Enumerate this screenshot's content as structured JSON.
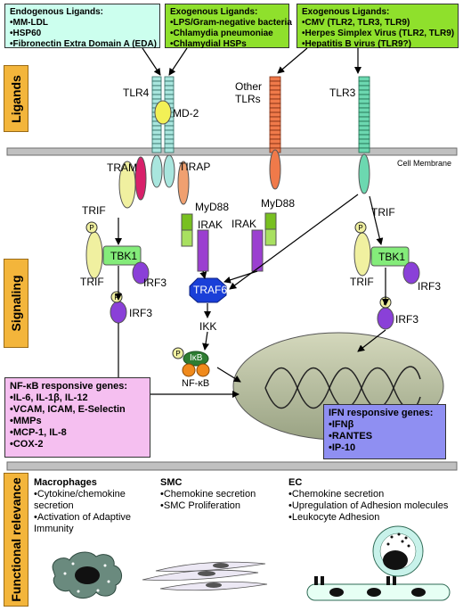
{
  "sections": {
    "ligands": "Ligands",
    "signaling": "Signaling",
    "functional": "Functional relevance"
  },
  "ligand_boxes": {
    "endogenous": {
      "title": "Endogenous Ligands:",
      "items": [
        "•MM-LDL",
        "•HSP60",
        "•Fibronectin Extra Domain A (EDA)"
      ],
      "color": "#ccffee"
    },
    "exogenous1": {
      "title": "Exogenous Ligands:",
      "items": [
        "•LPS/Gram-negative bacteria",
        "•Chlamydia pneumoniae",
        "•Chlamydial HSPs"
      ],
      "color": "#8fe02c"
    },
    "exogenous2": {
      "title": "Exogenous Ligands:",
      "items": [
        "•CMV (TLR2, TLR3, TLR9)",
        "•Herpes Simplex Virus (TLR2, TLR9)",
        "•Hepatitis B virus (TLR9?)"
      ],
      "color": "#8fe02c"
    }
  },
  "labels": {
    "tlr4": "TLR4",
    "md2": "MD-2",
    "other_tlrs_1": "Other",
    "other_tlrs_2": "TLRs",
    "tlr3": "TLR3",
    "cell_membrane": "Cell Membrane",
    "tram": "TRAM",
    "tirap": "TIRAP",
    "myd88_left": "MyD88",
    "myd88_mid": "MyD88",
    "trif_left_top": "TRIF",
    "trif_left_bottom": "TRIF",
    "trif_right_top": "TRIF",
    "trif_right_bottom": "TRIF",
    "irak_left": "IRAK",
    "irak_mid": "IRAK",
    "tbk1_left": "TBK1",
    "tbk1_right": "TBK1",
    "irf3_left_1": "IRF3",
    "irf3_left_2": "IRF3",
    "irf3_right_1": "IRF3",
    "irf3_right_2": "IRF3",
    "traf6": "TRAF6",
    "ikk": "IKK",
    "ikb": "IκB",
    "nfkb": "NF-κB",
    "phospho": "P"
  },
  "gene_boxes": {
    "nfkb": {
      "title": "NF-κB responsive genes:",
      "items": [
        "•IL-6, IL-1β, IL-12",
        "•VCAM, ICAM, E-Selectin",
        "•MMPs",
        "•MCP-1, IL-8",
        "•COX-2"
      ],
      "color": "#f5bff0"
    },
    "ifn": {
      "title": "IFN responsive genes:",
      "items": [
        "•IFNβ",
        "•RANTES",
        "•IP-10"
      ],
      "color": "#8f8ff2"
    }
  },
  "functional": {
    "macrophages": {
      "title": "Macrophages",
      "items": [
        "•Cytokine/chemokine",
        "secretion",
        "•Activation of Adaptive",
        "Immunity"
      ]
    },
    "smc": {
      "title": "SMC",
      "items": [
        "•Chemokine secretion",
        "•SMC Proliferation"
      ]
    },
    "ec": {
      "title": "EC",
      "items": [
        "•Chemokine secretion",
        "•Upregulation of Adhesion molecules",
        "•Leukocyte Adhesion"
      ]
    }
  },
  "colors": {
    "section_tab": "#f3b53b",
    "membrane": "#c0c0c0",
    "tlr_teal": "#a9e6de",
    "tlr_orange": "#f07a4a",
    "tlr3_green": "#6cd8b0",
    "md2_yellow": "#f2f056",
    "tram_pink": "#d8206a",
    "trif_yellow": "#f0f0a0",
    "myd88_green": "#78c020",
    "irak_purple": "#9b3fd0",
    "tbk1_green": "#84ec7a",
    "irf3_purple": "#8a40d8",
    "traf6_blue": "#1a3fd8",
    "ikb_green": "#2e7d32",
    "nfkb_orange": "#f08a1c",
    "nucleus": "#b8c0a0"
  }
}
